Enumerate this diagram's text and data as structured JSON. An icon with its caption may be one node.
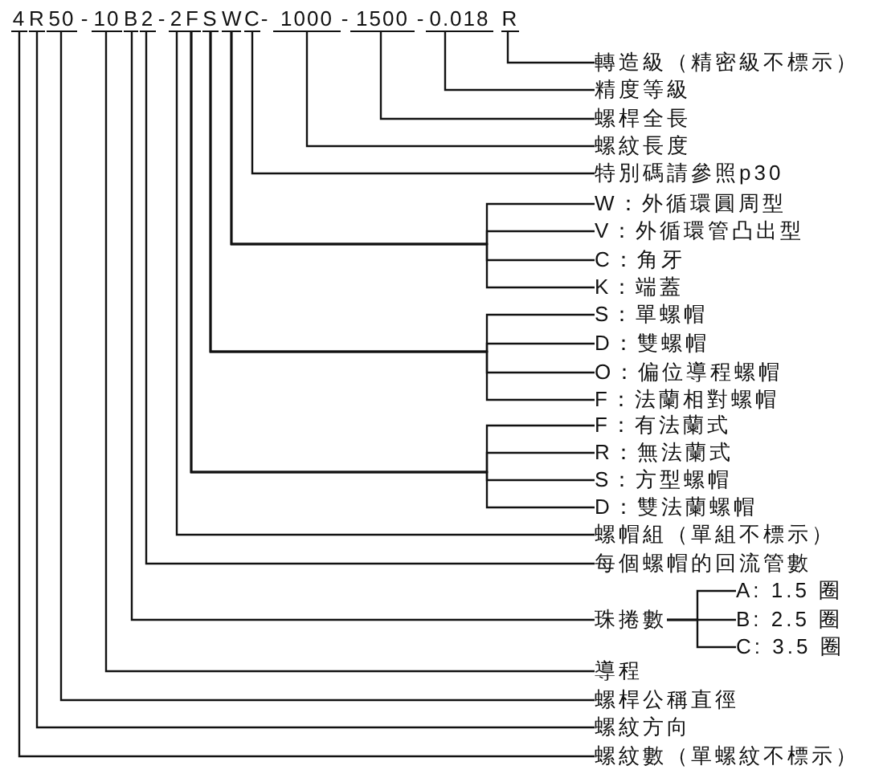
{
  "diagram": {
    "nodes": [
      {
        "text": [
          "4"
        ]
      },
      {
        "text": [
          "R"
        ]
      },
      {
        "text": [
          "50"
        ]
      },
      {
        "text": [
          "10"
        ]
      },
      {
        "text": [
          "B"
        ]
      },
      {
        "text": [
          "2"
        ]
      },
      {
        "text": [
          "2"
        ]
      },
      {
        "text": [
          "F"
        ]
      },
      {
        "text": [
          "S"
        ]
      },
      {
        "text": [
          "W"
        ]
      },
      {
        "text": [
          "C"
        ]
      },
      {
        "text": [
          "1000"
        ]
      },
      {
        "text": [
          "1500"
        ]
      },
      {
        "text": [
          "0.018"
        ]
      },
      {
        "text": [
          "R"
        ]
      },
      {
        "text": [
          "轉造級（精密級不標示）"
        ]
      },
      {
        "text": [
          "精度等級"
        ]
      },
      {
        "text": [
          "螺桿全長"
        ]
      },
      {
        "text": [
          "螺紋長度"
        ]
      },
      {
        "text": [
          "特別碼請參照p30"
        ]
      },
      {
        "text": [
          "W：外循環圓周型"
        ]
      },
      {
        "text": [
          "V：外循環管凸出型"
        ]
      },
      {
        "text": [
          "C：角牙"
        ]
      },
      {
        "text": [
          "K：端蓋"
        ]
      },
      {
        "text": [
          "S：單螺帽"
        ]
      },
      {
        "text": [
          "D：雙螺帽"
        ]
      },
      {
        "text": [
          "O：偏位導程螺帽"
        ]
      },
      {
        "text": [
          "F：法蘭相對螺帽"
        ]
      },
      {
        "text": [
          "F：有法蘭式"
        ]
      },
      {
        "text": [
          "R：無法蘭式"
        ]
      },
      {
        "text": [
          "S：方型螺帽"
        ]
      },
      {
        "text": [
          "D：雙法蘭螺帽"
        ]
      },
      {
        "text": [
          "螺帽組（單組不標示）"
        ]
      },
      {
        "text": [
          "每個螺帽的回流管數"
        ]
      },
      {
        "text": [
          "珠捲數"
        ]
      },
      {
        "text": [
          "A: 1.5 圈"
        ]
      },
      {
        "text": [
          "B: 2.5 圈"
        ]
      },
      {
        "text": [
          "C: 3.5 圈"
        ]
      },
      {
        "text": [
          "導程"
        ]
      },
      {
        "text": [
          "螺桿公稱直徑"
        ]
      },
      {
        "text": [
          "螺紋方向"
        ]
      },
      {
        "text": [
          "螺紋數（單螺紋不標示）"
        ]
      }
    ],
    "edges": [
      {
        "from": 14,
        "to": 15,
        "arrow": "none"
      },
      {
        "from": 13,
        "to": 16,
        "arrow": "none"
      },
      {
        "from": 12,
        "to": 17,
        "arrow": "none"
      },
      {
        "from": 11,
        "to": 18,
        "arrow": "none"
      },
      {
        "from": 10,
        "to": 19,
        "arrow": "none"
      },
      {
        "from": 9,
        "to": 20,
        "arrow": "none"
      },
      {
        "from": 9,
        "to": 21,
        "arrow": "none"
      },
      {
        "from": 9,
        "to": 22,
        "arrow": "none"
      },
      {
        "from": 9,
        "to": 23,
        "arrow": "none"
      },
      {
        "from": 8,
        "to": 24,
        "arrow": "none"
      },
      {
        "from": 8,
        "to": 25,
        "arrow": "none"
      },
      {
        "from": 8,
        "to": 26,
        "arrow": "none"
      },
      {
        "from": 8,
        "to": 27,
        "arrow": "none"
      },
      {
        "from": 7,
        "to": 28,
        "arrow": "none"
      },
      {
        "from": 7,
        "to": 29,
        "arrow": "none"
      },
      {
        "from": 7,
        "to": 30,
        "arrow": "none"
      },
      {
        "from": 7,
        "to": 31,
        "arrow": "none"
      },
      {
        "from": 6,
        "to": 32,
        "arrow": "none"
      },
      {
        "from": 5,
        "to": 33,
        "arrow": "none"
      },
      {
        "from": 4,
        "to": 34,
        "arrow": "none"
      },
      {
        "from": 34,
        "to": 35,
        "arrow": "none"
      },
      {
        "from": 34,
        "to": 36,
        "arrow": "none"
      },
      {
        "from": 34,
        "to": 37,
        "arrow": "none"
      },
      {
        "from": 3,
        "to": 38,
        "arrow": "none"
      },
      {
        "from": 2,
        "to": 39,
        "arrow": "none"
      },
      {
        "from": 1,
        "to": 40,
        "arrow": "none"
      },
      {
        "from": 0,
        "to": 41,
        "arrow": "none"
      }
    ],
    "labels": [
      "-",
      "-",
      "-",
      "-",
      "-"
    ]
  }
}
